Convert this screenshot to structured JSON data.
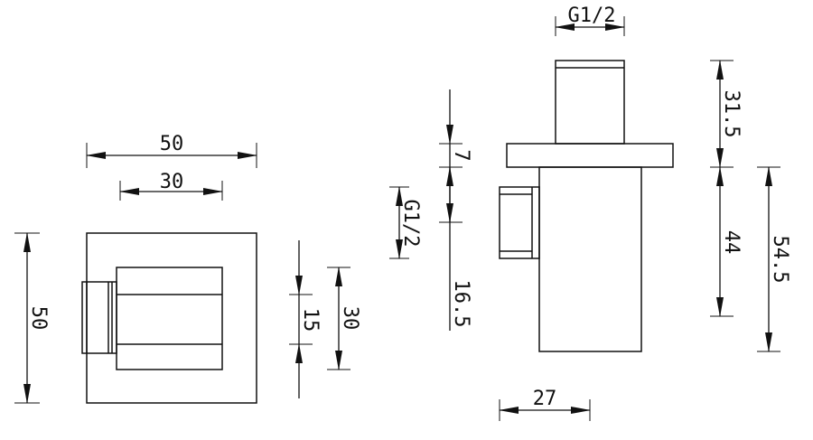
{
  "dimensions": {
    "front_width_outer": "50",
    "front_width_inner": "30",
    "front_height": "50",
    "front_inner_15": "15",
    "front_inner_30": "30",
    "side_thread_top": "G1/2",
    "side_thread_left": "G1/2",
    "side_flange_7": "7",
    "side_16_5": "16.5",
    "side_31_5": "31.5",
    "side_44": "44",
    "side_54_5": "54.5",
    "side_27": "27"
  }
}
